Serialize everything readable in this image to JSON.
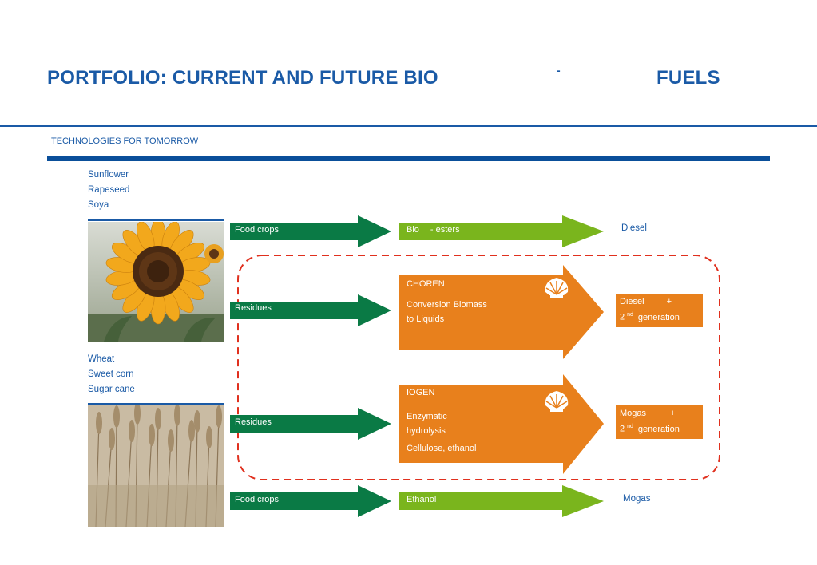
{
  "header": {
    "title_left": "PORTFOLIO: CURRENT AND FUTURE BIO",
    "title_dash": "-",
    "title_right": "FUELS",
    "subtitle": "TECHNOLOGIES FOR TOMORROW"
  },
  "crops_top": [
    "Sunflower",
    "Rapeseed",
    "Soya"
  ],
  "crops_bottom": [
    "Wheat",
    "Sweet corn",
    "Sugar cane"
  ],
  "rows": {
    "row1": {
      "input": "Food crops",
      "process": "Bio",
      "process_suffix": "- esters",
      "output": "Diesel"
    },
    "row2": {
      "input": "Residues",
      "tech_name": "CHOREN",
      "tech_desc_1": "Conversion Biomass",
      "tech_desc_2": "to Liquids",
      "output_line1_a": "Diesel",
      "output_line1_b": "+",
      "output_num": "2",
      "output_sup": "nd",
      "output_line2": "generation"
    },
    "row3": {
      "input": "Residues",
      "tech_name": "IOGEN",
      "tech_desc_1": "Enzymatic",
      "tech_desc_2": "hydrolysis",
      "tech_desc_3": "Cellulose, ethanol",
      "output_line1_a": "Mogas",
      "output_line1_b": "+",
      "output_num": "2",
      "output_sup": "nd",
      "output_line2": "generation"
    },
    "row4": {
      "input": "Food crops",
      "process": "Ethanol",
      "output": "Mogas"
    }
  },
  "colors": {
    "brand_blue": "#1a5aa6",
    "dark_green": "#0a7a45",
    "light_green": "#7ab51d",
    "orange": "#e8801c",
    "dashed_red": "#e0301e"
  },
  "icons": {
    "logo_1": "shell-logo-icon",
    "logo_2": "shell-logo-icon"
  }
}
